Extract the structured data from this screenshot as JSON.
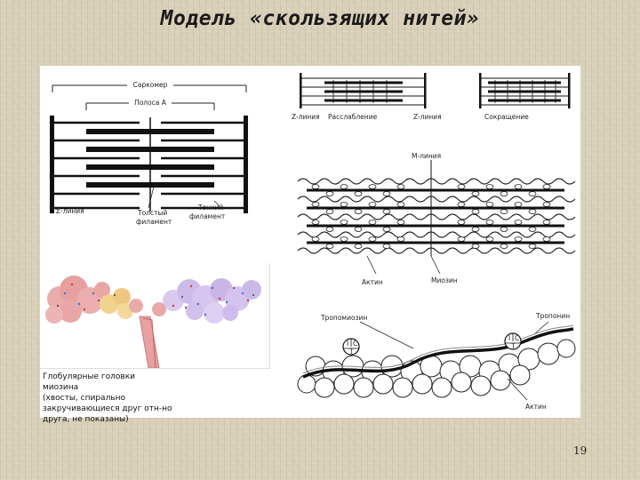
{
  "slide": {
    "title": "Модель «скользящих нитей»",
    "page_number": "19"
  },
  "left_diagram": {
    "sarcomere": "Саркомер",
    "a_band": "Полоса А",
    "z_line": "Z-линия",
    "thick_filament": [
      "Толстый",
      "филамент"
    ],
    "thin_filament": [
      "Тонкий",
      "филамент"
    ]
  },
  "top_right": {
    "z_line_left": "Z-линия",
    "relaxation": "Расслабление",
    "z_line_right": "Z-линия",
    "contraction": "Сокращение"
  },
  "middle_right": {
    "m_line": "М-линия",
    "actin": "Актин",
    "myosin": "Миозин"
  },
  "bottom_right": {
    "tropomyosin": "Тропомиозин",
    "troponin": "Тропонин",
    "actin": "Актин",
    "troponin_subunits": [
      "I",
      "C",
      "T"
    ]
  },
  "caption": {
    "lines": [
      "Глобулярные головки",
      "миозина",
      "(хвосты, спирально",
      "закручивающиеся друг отн-но",
      "друга, не показаны)"
    ]
  }
}
